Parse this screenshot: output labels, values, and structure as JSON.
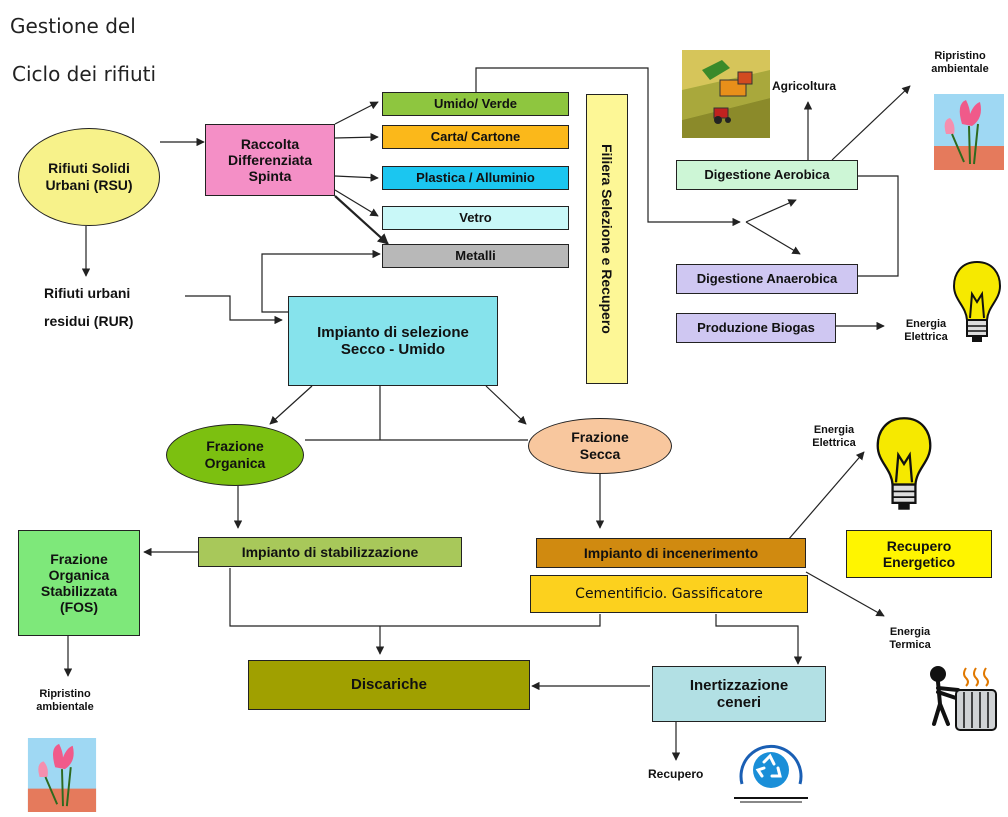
{
  "title": {
    "line1": "Gestione del",
    "line2": "Ciclo dei rifiuti"
  },
  "nodes": {
    "rsu": "Rifiuti Solidi Urbani (RSU)",
    "raccolta": "Raccolta Differenziata Spinta",
    "umido": "Umido/ Verde",
    "carta": "Carta/ Cartone",
    "plastica": "Plastica / Alluminio",
    "vetro": "Vetro",
    "metalli": "Metalli",
    "filiera": "Filiera Selezione e Recupero",
    "rur_line1": "Rifiuti urbani",
    "rur_line2": "residui (RUR)",
    "impianto_selezione": "Impianto di selezione Secco - Umido",
    "agricoltura": "Agricoltura",
    "ripristino_top": "Ripristino ambientale",
    "dig_aerobica": "Digestione Aerobica",
    "dig_anaerobica": "Digestione Anaerobica",
    "biogas": "Produzione Biogas",
    "energia_elettrica_top": "Energia Elettrica",
    "frazione_organica": "Frazione Organica",
    "frazione_secca": "Frazione Secca",
    "energia_elettrica_mid": "Energia Elettrica",
    "stabilizzazione": "Impianto di stabilizzazione",
    "fos": "Frazione Organica Stabilizzata (FOS)",
    "incenerimento": "Impianto di incenerimento",
    "cementificio": "Cementificio. Gassificatore",
    "recupero_energetico": "Recupero Energetico",
    "energia_termica": "Energia Termica",
    "discariche": "Discariche",
    "inertizzazione": "Inertizzazione ceneri",
    "ripristino_bottom": "Ripristino ambientale",
    "recupero": "Recupero"
  },
  "colors": {
    "rsu": "#f7f28a",
    "raccolta": "#f48fc6",
    "umido": "#8ec63f",
    "carta": "#fbb81a",
    "plastica": "#1bc6f0",
    "vetro": "#c9f8f8",
    "metalli": "#b8b8b8",
    "filiera": "#fdf796",
    "impianto_selezione": "#86e3ec",
    "dig_aerobica": "#cdf6d6",
    "dig_anaerobica": "#cfc7f2",
    "biogas": "#cfc7f2",
    "frazione_organica": "#7cc010",
    "frazione_secca": "#f8c79e",
    "stabilizzazione": "#a8c85a",
    "fos": "#7ee87a",
    "incenerimento": "#d08a10",
    "cementificio": "#fcd11e",
    "recupero_energetico": "#fff500",
    "discariche": "#a0a000",
    "inertizzazione": "#b2e0e4"
  },
  "icons": [
    "tulip-icon",
    "harvester-icon",
    "lightbulb-icon",
    "radiator-person-icon",
    "recycle-icon"
  ]
}
